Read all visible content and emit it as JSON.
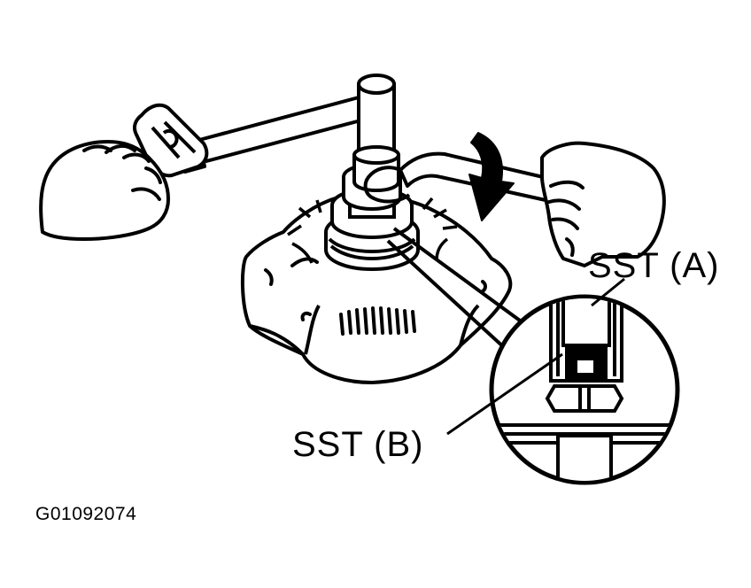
{
  "labels": {
    "sst_a": "SST (A)",
    "sst_b": "SST (B)"
  },
  "figure_id": "G01092074",
  "colors": {
    "ink": "#000000",
    "paper": "#ffffff"
  }
}
